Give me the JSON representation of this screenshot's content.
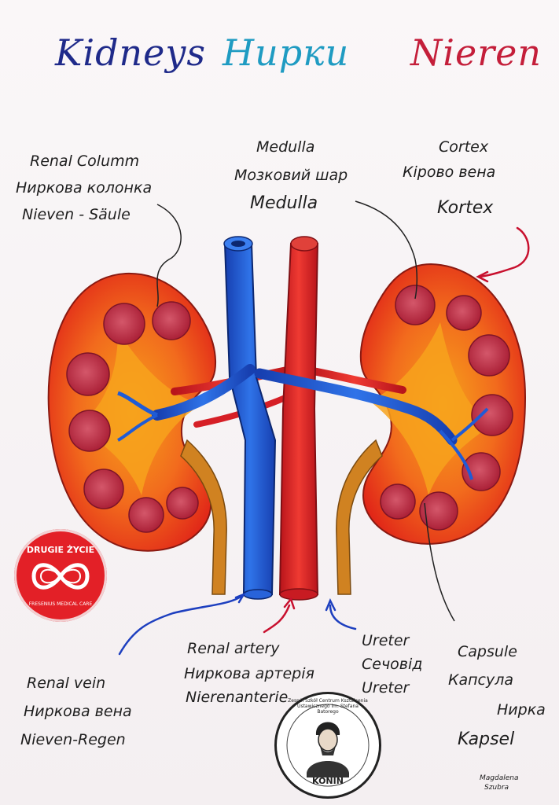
{
  "titles": {
    "english": "Kidneys",
    "ukrainian": "Нирки",
    "german": "Nieren"
  },
  "labels": {
    "renal_column": [
      "Renal Columm",
      "Нирковa колонка",
      "Nieven - Säule"
    ],
    "medulla": [
      "Medulla",
      "Мозковий шар",
      "Medulla"
    ],
    "cortex": [
      "Cortex",
      "Кірово вена",
      "Kortex"
    ],
    "renal_vein": [
      "Renal vein",
      "Ниркова вена",
      "Nieven-Regen"
    ],
    "renal_artery": [
      "Renal artery",
      "Ниркова артерія",
      "Nierenanterie"
    ],
    "ureter": [
      "Ureter",
      "Сечовід",
      "Ureter"
    ],
    "capsule": [
      "Capsule",
      "Капсула",
      "Нирка",
      "Kapsel"
    ]
  },
  "badge": {
    "text_top": "DRUGIE ŻYCIE",
    "text_bottom": "FRESENIUS MEDICAL CARE"
  },
  "seal": {
    "text_ring": "Zespół Szkół Centrum Kształcenia Ustawicznego im. Stefana Batorego",
    "text_bottom": "KONIN"
  },
  "signature": [
    "Magdalena",
    "Szubra"
  ],
  "colors": {
    "title_english": "#1f2a8a",
    "title_ukrainian": "#1f9bc2",
    "title_german": "#c41e3a",
    "kidney_cortex": "#e8321c",
    "kidney_inner": "#f6a21b",
    "pyramid": "#b0243a",
    "vein": "#1f5bd6",
    "artery": "#d61f26",
    "ureter": "#d07f1c",
    "arrow_blue": "#1d3fbf",
    "arrow_red": "#c8102e"
  }
}
